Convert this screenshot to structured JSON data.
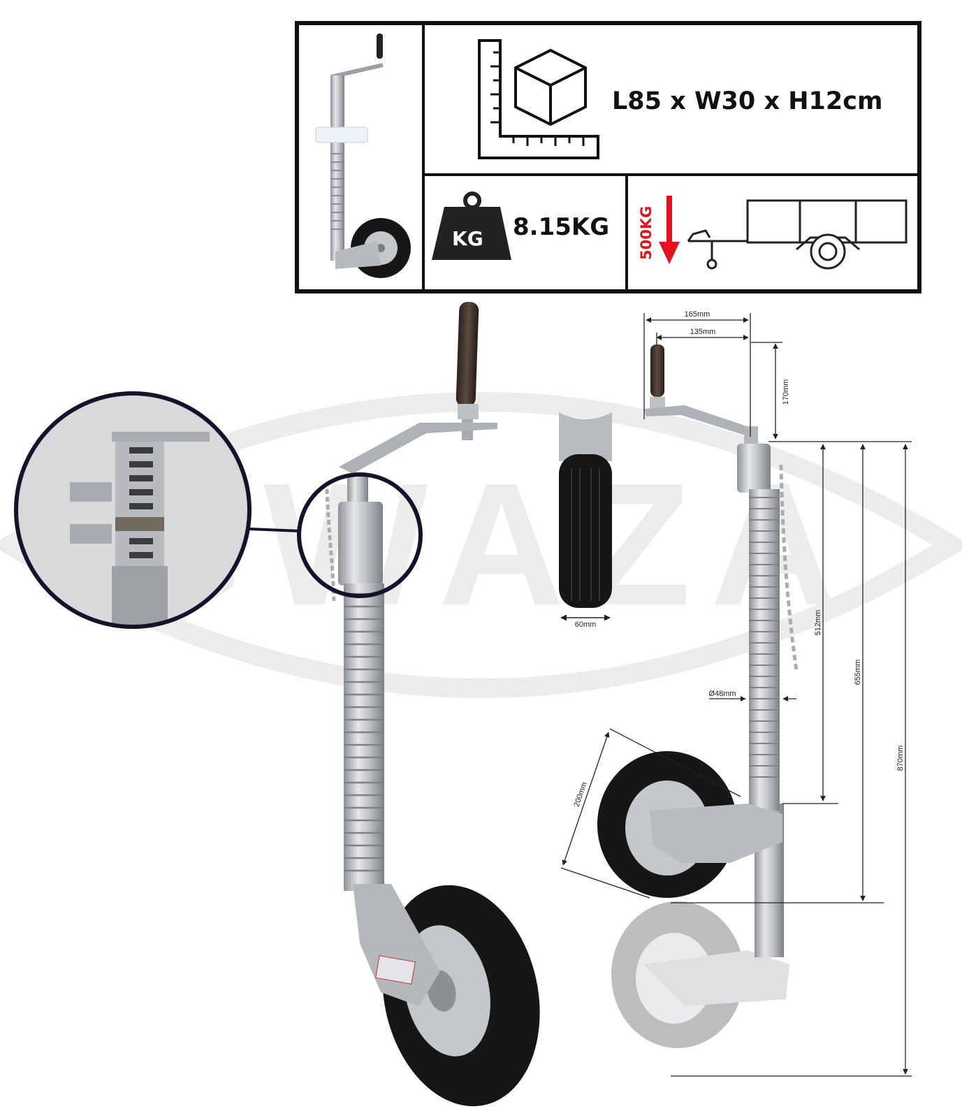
{
  "watermark": {
    "brand": "GWAZA"
  },
  "specs": {
    "dimensions": "L85 x W30 x H12cm",
    "weight": "8.15KG",
    "weight_icon_label": "KG",
    "load_capacity": "500KG"
  },
  "measurements": {
    "handle_reach_outer": "165mm",
    "handle_reach_inner": "135mm",
    "handle_height": "170mm",
    "wheel_width": "60mm",
    "tube_length": "512mm",
    "body_height": "655mm",
    "total_height": "870mm",
    "tube_diameter": "Ø48mm",
    "wheel_diameter": "200mm"
  },
  "colors": {
    "frame": "#111111",
    "arrow": "#e0141e",
    "rubber": "#161616",
    "metal": "#b9bcbf",
    "handle": "#3a2f28"
  },
  "icons": [
    "jockey-wheel-thumbnail-icon",
    "ruler-box-icon",
    "weight-icon",
    "down-arrow-icon",
    "trailer-icon",
    "magnify-circle-icon"
  ]
}
